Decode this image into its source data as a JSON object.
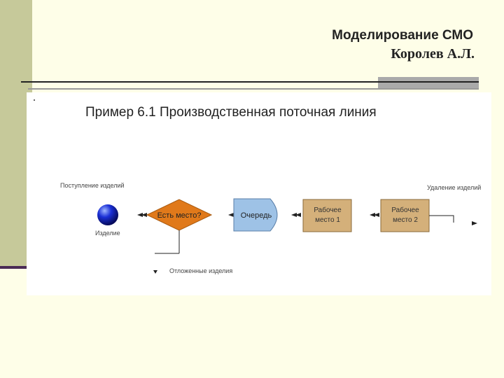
{
  "header": {
    "title": "Моделирование СМО",
    "author": "Королев А.Л."
  },
  "diagram": {
    "title": "Пример 6.1 Производственная поточная линия",
    "arrival_label": "Поступление изделий",
    "removal_label": "Удаление изделий",
    "item_label": "Изделие",
    "decision_label": "Есть место?",
    "queue_label": "Очередь",
    "workplace1_label": [
      "Рабочее",
      "место 1"
    ],
    "workplace2_label": [
      "Рабочее",
      "место 2"
    ],
    "deferred_label": "Отложенные изделия",
    "colors": {
      "decision": "#e0791a",
      "queue": "#9ec2e6",
      "workplace": "#d4b07a",
      "ball": "#1a2fd6"
    }
  }
}
